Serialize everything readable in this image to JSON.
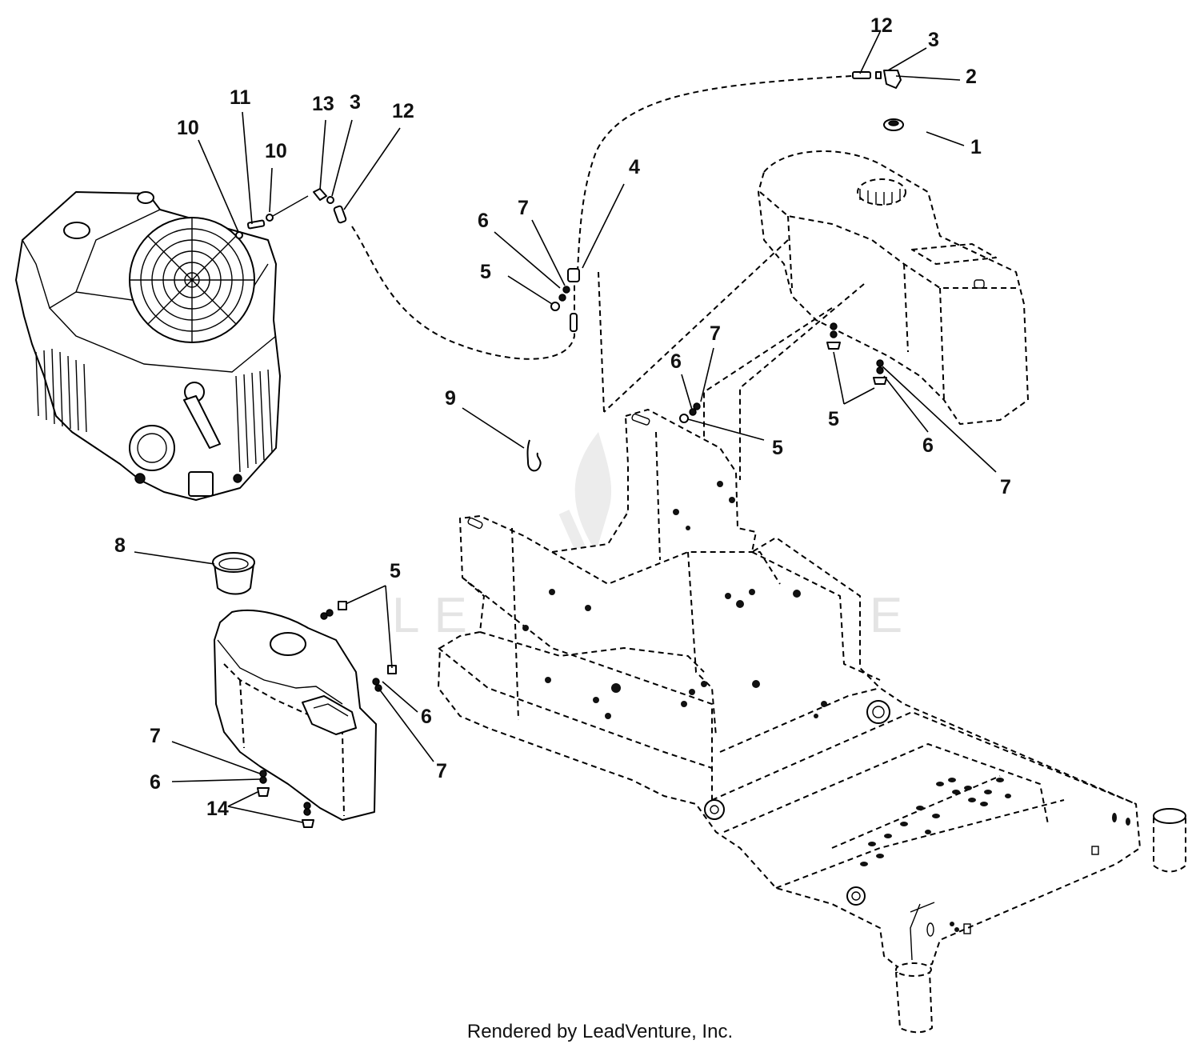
{
  "diagram": {
    "callouts": [
      {
        "id": "c1",
        "text": "1"
      },
      {
        "id": "c2",
        "text": "2"
      },
      {
        "id": "c3a",
        "text": "3"
      },
      {
        "id": "c3b",
        "text": "3"
      },
      {
        "id": "c4",
        "text": "4"
      },
      {
        "id": "c5a",
        "text": "5"
      },
      {
        "id": "c5b",
        "text": "5"
      },
      {
        "id": "c5c",
        "text": "5"
      },
      {
        "id": "c5d",
        "text": "5"
      },
      {
        "id": "c6a",
        "text": "6"
      },
      {
        "id": "c6b",
        "text": "6"
      },
      {
        "id": "c6c",
        "text": "6"
      },
      {
        "id": "c6d",
        "text": "6"
      },
      {
        "id": "c6e",
        "text": "6"
      },
      {
        "id": "c7a",
        "text": "7"
      },
      {
        "id": "c7b",
        "text": "7"
      },
      {
        "id": "c7c",
        "text": "7"
      },
      {
        "id": "c7d",
        "text": "7"
      },
      {
        "id": "c7e",
        "text": "7"
      },
      {
        "id": "c8",
        "text": "8"
      },
      {
        "id": "c9",
        "text": "9"
      },
      {
        "id": "c10a",
        "text": "10"
      },
      {
        "id": "c10b",
        "text": "10"
      },
      {
        "id": "c11",
        "text": "11"
      },
      {
        "id": "c12a",
        "text": "12"
      },
      {
        "id": "c12b",
        "text": "12"
      },
      {
        "id": "c13",
        "text": "13"
      },
      {
        "id": "c14",
        "text": "14"
      }
    ],
    "watermark_text": "LEADVENTURE"
  },
  "footer": {
    "credit": "Rendered by LeadVenture, Inc."
  }
}
